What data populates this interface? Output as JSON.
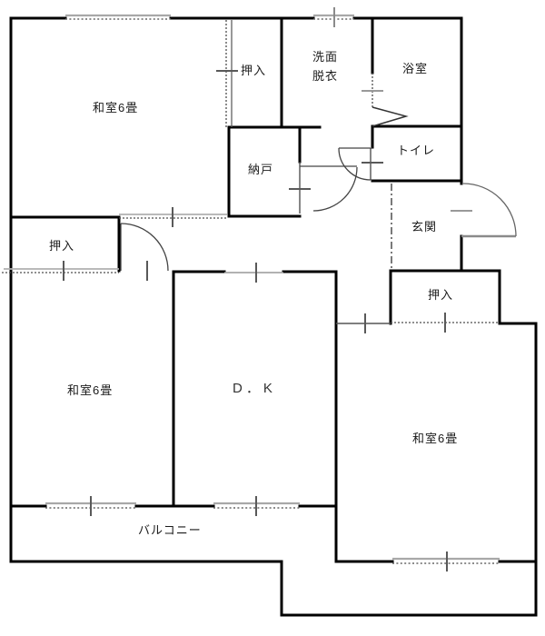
{
  "floorplan": {
    "labels": {
      "washitsu_top": "和室6畳",
      "oshiire_top": "押入",
      "senmen_line1": "洗面",
      "senmen_line2": "脱衣",
      "yokushitsu": "浴室",
      "nando": "納戸",
      "toire": "トイレ",
      "genkan": "玄関",
      "oshiire_left": "押入",
      "washitsu_left": "和室6畳",
      "dk": "D．K",
      "oshiire_right": "押入",
      "washitsu_right": "和室6畳",
      "balcony": "バルコニー"
    },
    "colors": {
      "wall": "#000000",
      "window_line": "#a8a8a8",
      "sliding_dotted": "#4d4d4d",
      "tick": "#595959",
      "tick_light": "#999999",
      "door_line": "#444444",
      "text": "#1a1a1a"
    }
  }
}
